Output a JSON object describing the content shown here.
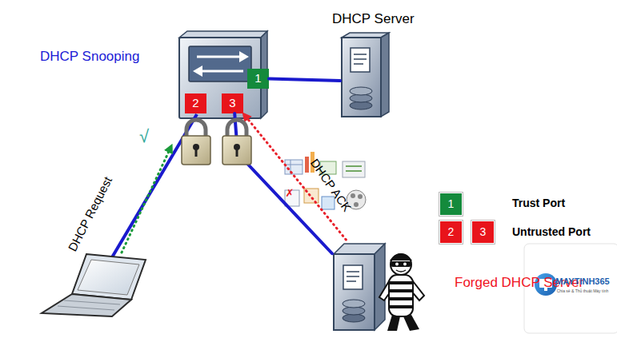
{
  "diagram": {
    "nodes": [
      {
        "text": [
          "DHCP Snooping"
        ]
      },
      {
        "text": [
          "1"
        ],
        "in": 0
      },
      {
        "text": [
          "2"
        ],
        "in": 0
      },
      {
        "text": [
          "3"
        ],
        "in": 0
      },
      {
        "text": [
          "DHCP Server"
        ]
      },
      {
        "text": [
          "Forged DHCP Server"
        ]
      }
    ],
    "edges": [
      {
        "from": 4,
        "to": 1,
        "arrow": "none"
      },
      {
        "from": 5,
        "to": 3,
        "arrow": "none"
      },
      {
        "from": 5,
        "to": 3,
        "arrow": "to",
        "label": "DHCP ACK"
      }
    ],
    "labels": [
      "√",
      "DHCP Request",
      "✗",
      "1",
      "2",
      "3",
      "MAYTINH365",
      "Chia sẻ & Thủ thuật Máy tính"
    ],
    "legend": [
      {
        "text": "Trust Port",
        "color": "#148a3c"
      },
      {
        "text": "Untrusted Port",
        "color": "#e8141b"
      }
    ]
  }
}
